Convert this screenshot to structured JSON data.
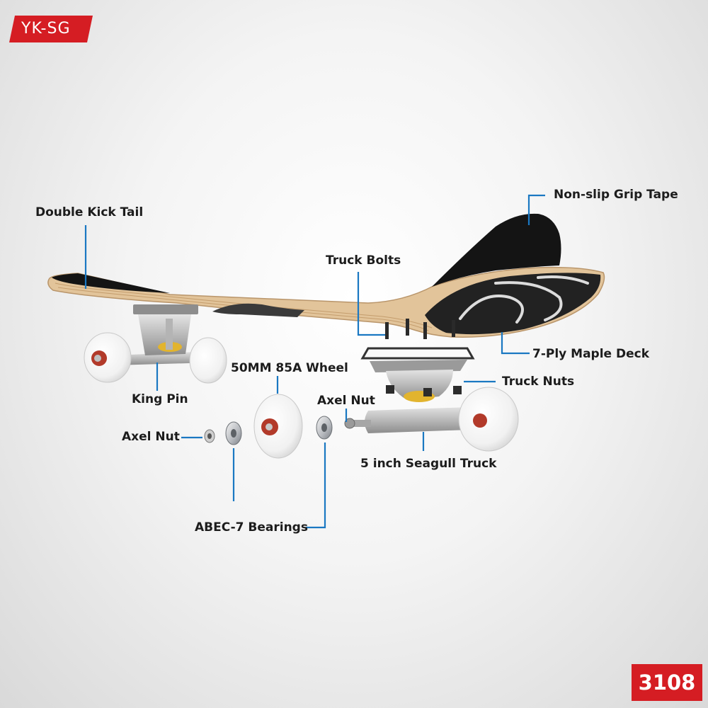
{
  "brand": {
    "logo_text": "YK-SG",
    "color": "#d51d23"
  },
  "product_code": "3108",
  "accent_line_color": "#1a78c2",
  "labels": {
    "double_kick_tail": "Double Kick Tail",
    "non_slip_grip_tape": "Non-slip Grip Tape",
    "truck_bolts": "Truck Bolts",
    "maple_deck": "7-Ply Maple Deck",
    "wheel": "50MM 85A Wheel",
    "truck_nuts": "Truck Nuts",
    "king_pin": "King Pin",
    "axel_nut_right": "Axel Nut",
    "axel_nut_left": "Axel Nut",
    "seagull_truck": "5 inch Seagull Truck",
    "bearings": "ABEC-7 Bearings"
  }
}
